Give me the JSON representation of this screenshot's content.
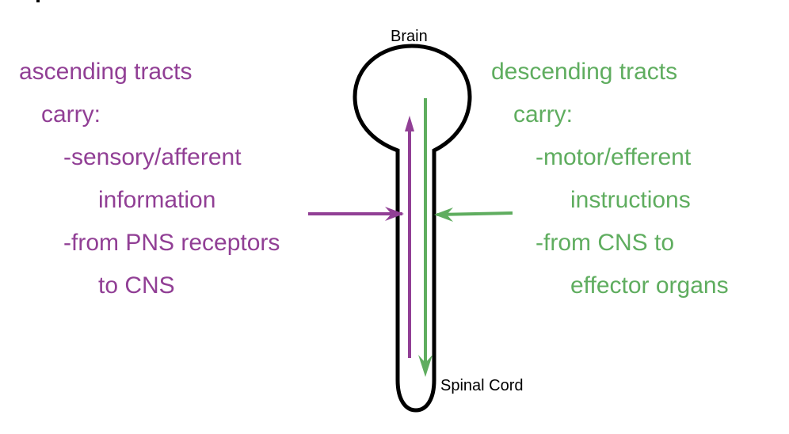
{
  "colors": {
    "ascending": "#913f95",
    "descending": "#5fad5f",
    "outline": "#000000"
  },
  "labels": {
    "brain": "Brain",
    "spinal_cord": "Spinal Cord"
  },
  "ascending": {
    "lines": [
      "ascending tracts",
      "carry:",
      "-sensory/afferent",
      "information",
      "-from PNS receptors",
      "to CNS"
    ]
  },
  "descending": {
    "lines": [
      "descending tracts",
      "carry:",
      "-motor/efferent",
      "instructions",
      "-from CNS to",
      "effector organs"
    ]
  }
}
